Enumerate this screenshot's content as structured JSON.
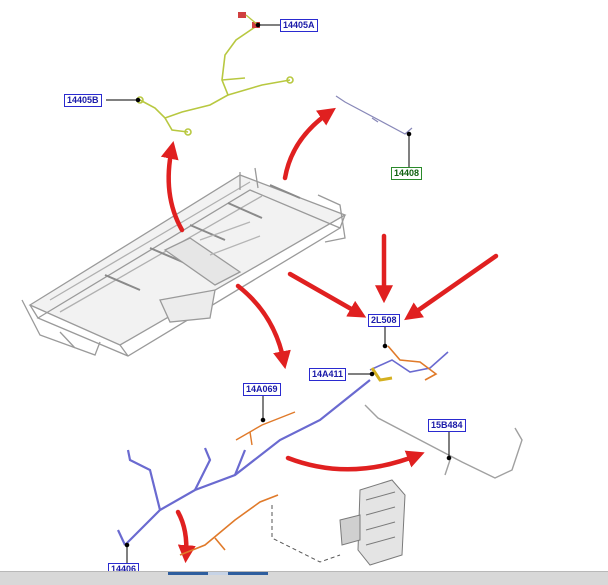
{
  "labels": {
    "p14405A": "14405A",
    "p14405B": "14405B",
    "p14408": "14408",
    "p2L508": "2L508",
    "p14A411": "14A411",
    "p14A069": "14A069",
    "p15B484": "15B484",
    "p14406": "14406"
  },
  "colors": {
    "arrow": "#e02020",
    "callout_border": "#2a2ad0",
    "callout_text": "#1a1aa8",
    "callout_green": "#2a8a2a",
    "harness_yellow_green": "#b8c840",
    "harness_blue": "#6a6ad0",
    "harness_orange": "#e07a2a",
    "frame_gray": "#9a9a9a"
  },
  "icons": {
    "arrows": "red-curved-arrow",
    "components": "wiring-harness"
  },
  "scrollbar": {
    "position_fraction": 0.28
  }
}
